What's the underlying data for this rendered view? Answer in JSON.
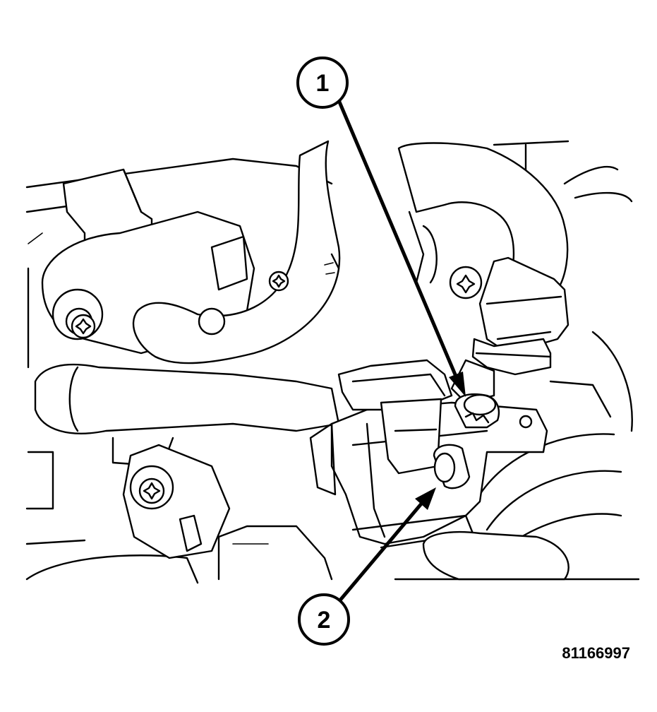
{
  "figure": {
    "id_label": "81166997"
  },
  "callouts": [
    {
      "number": "1"
    },
    {
      "number": "2"
    }
  ],
  "icons": [
    "torx-bolt-icon",
    "sensor-connector-icon",
    "coolant-hose-icon"
  ]
}
